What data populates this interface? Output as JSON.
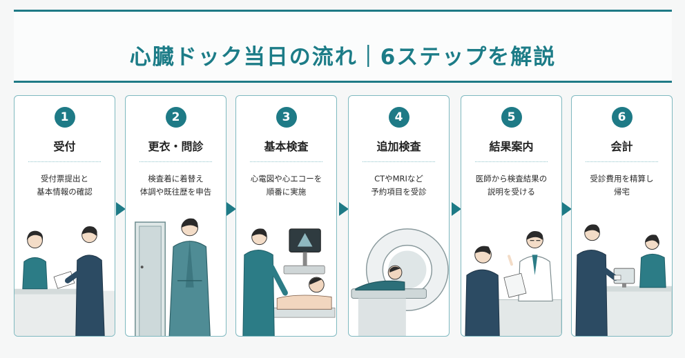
{
  "title": "心臓ドック当日の流れ｜6ステップを解説",
  "colors": {
    "accent": "#1e7a86",
    "border": "#7eb8bf",
    "dark_navy": "#2c4b63"
  },
  "steps": [
    {
      "number": "1",
      "title": "受付",
      "description": "受付票提出と\n基本情報の確認"
    },
    {
      "number": "2",
      "title": "更衣・問診",
      "description": "検査着に着替え\n体調や既往歴を申告"
    },
    {
      "number": "3",
      "title": "基本検査",
      "description": "心電図や心エコーを\n順番に実施"
    },
    {
      "number": "4",
      "title": "追加検査",
      "description": "CTやMRIなど\n予約項目を受診"
    },
    {
      "number": "5",
      "title": "結果案内",
      "description": "医師から検査結果の\n説明を受ける"
    },
    {
      "number": "6",
      "title": "会計",
      "description": "受診費用を精算し\n帰宅"
    }
  ]
}
